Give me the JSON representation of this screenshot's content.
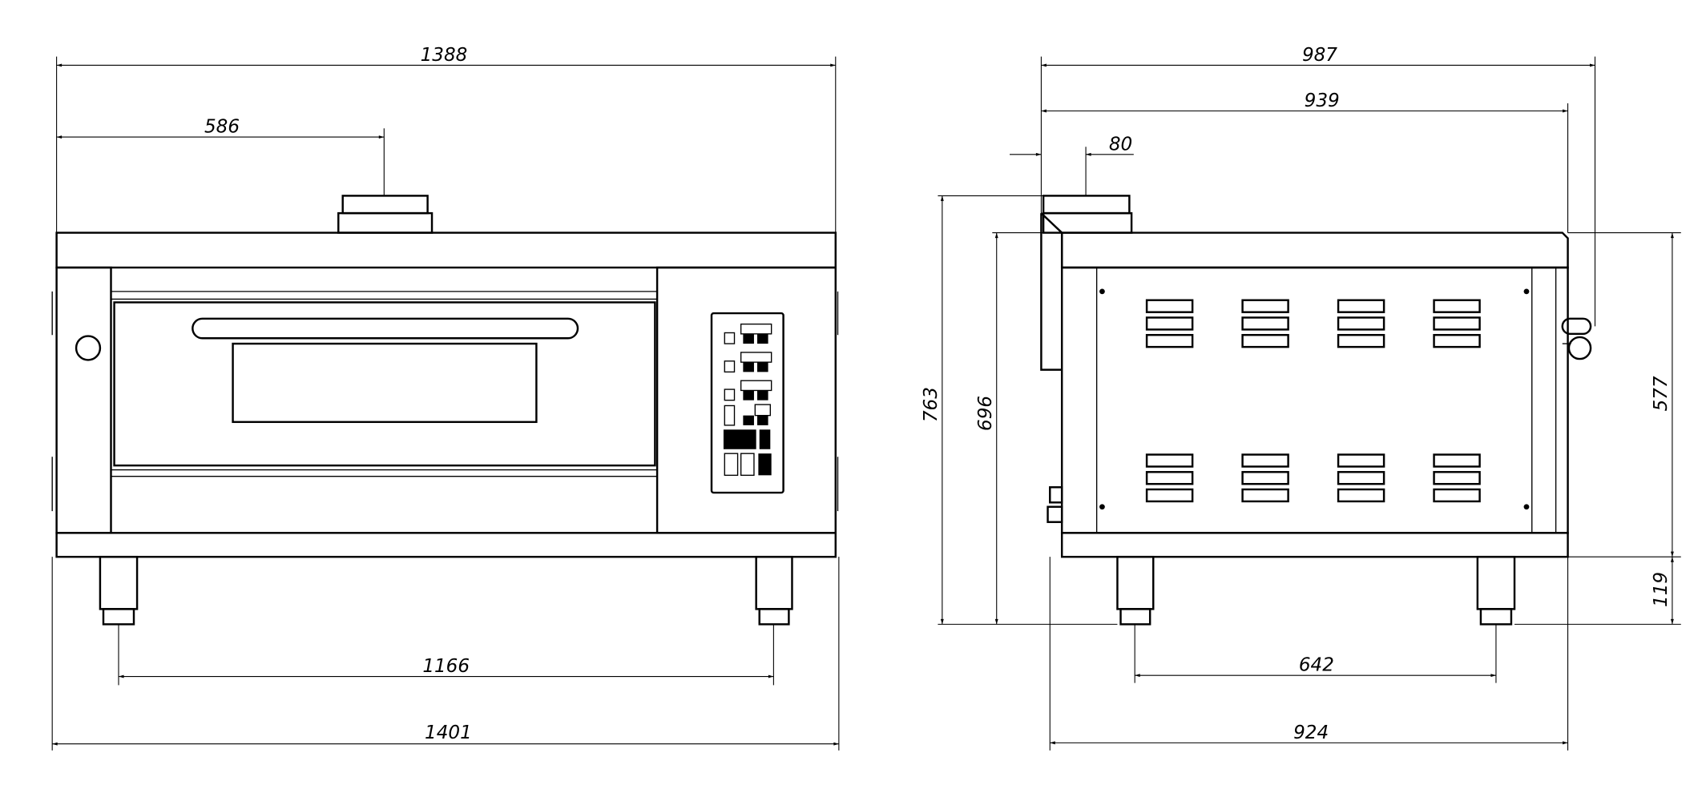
{
  "front_view": {
    "dimensions": {
      "overall_top_width": "1388",
      "flue_offset": "586",
      "leg_spacing": "1166",
      "overall_width": "1401"
    }
  },
  "side_view": {
    "dimensions": {
      "overall_depth": "987",
      "body_depth": "939",
      "flue_offset": "80",
      "overall_height": "763",
      "top_height": "696",
      "body_height": "577",
      "leg_height": "119",
      "leg_spacing": "642",
      "base_depth": "924"
    }
  }
}
